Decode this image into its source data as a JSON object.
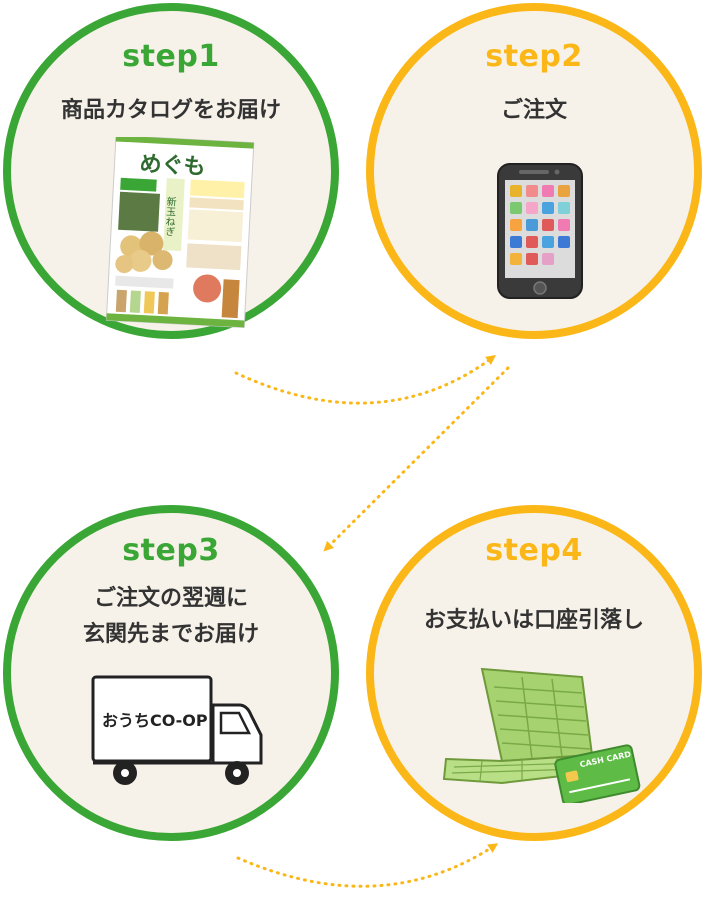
{
  "steps": [
    {
      "label": "step1",
      "lines": [
        "商品カタログをお届け"
      ],
      "color": "#3aa635",
      "icon": "catalog-icon"
    },
    {
      "label": "step2",
      "lines": [
        "ご注文"
      ],
      "color": "#fbb717",
      "icon": "smartphone-icon"
    },
    {
      "label": "step3",
      "lines": [
        "ご注文の翌週に",
        "玄関先までお届け"
      ],
      "color": "#3aa635",
      "icon": "delivery-truck-icon"
    },
    {
      "label": "step4",
      "lines": [
        "お支払いは口座引落し"
      ],
      "color": "#fbb717",
      "icon": "bankbook-icon"
    }
  ],
  "truck_label": "おうちCO-OP",
  "catalog": {
    "title": "めぐも",
    "banner": "新玉ねぎ"
  },
  "card_label": "CASH CARD",
  "arrow_color": "#fbb717"
}
